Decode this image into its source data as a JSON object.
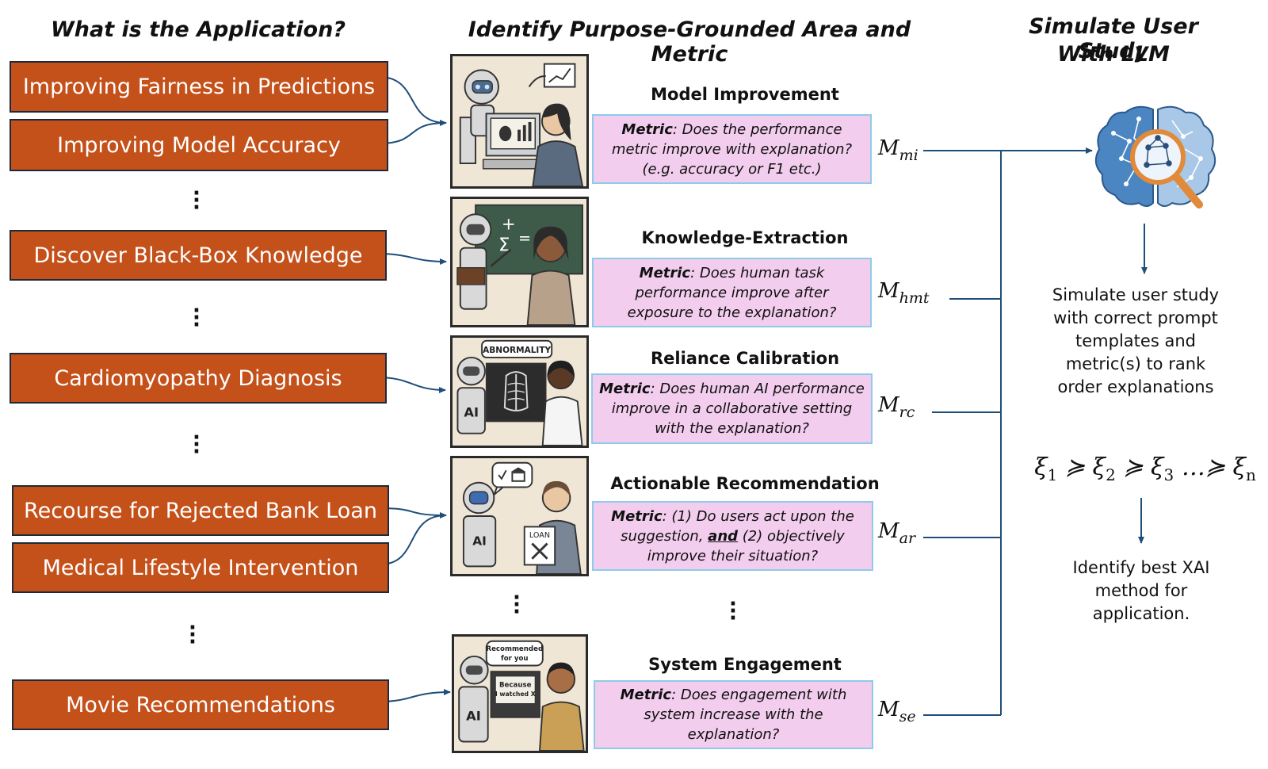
{
  "headers": {
    "application": "What is the Application?",
    "area_metric": "Identify Purpose-Grounded Area and Metric",
    "simulate_line1": "Simulate User Study",
    "simulate_line2": "With LLM"
  },
  "applications": [
    "Improving Fairness in Predictions",
    "Improving Model Accuracy",
    "Discover Black-Box Knowledge",
    "Cardiomyopathy Diagnosis",
    "Recourse for Rejected Bank Loan",
    "Medical Lifestyle Intervention",
    "Movie Recommendations"
  ],
  "areas": [
    {
      "title": "Model Improvement",
      "metric_label": "Metric",
      "metric_text": ": Does the performance metric improve with explanation? (e.g. accuracy or F1 etc.)",
      "symbol": "M",
      "subscript": "mi"
    },
    {
      "title": "Knowledge-Extraction",
      "metric_label": "Metric",
      "metric_text": ": Does human task performance improve after exposure to the explanation?",
      "symbol": "M",
      "subscript": "hmt"
    },
    {
      "title": "Reliance Calibration",
      "metric_label": "Metric",
      "metric_text": ": Does human AI performance improve in a collaborative setting with the explanation?",
      "symbol": "M",
      "subscript": "rc"
    },
    {
      "title": "Actionable Recommendation",
      "metric_label": "Metric",
      "metric_pre": ": (1) Do users act upon the suggestion, ",
      "metric_and": "and",
      "metric_post": " (2) objectively improve their situation?",
      "symbol": "M",
      "subscript": "ar"
    },
    {
      "title": "System Engagement",
      "metric_label": "Metric",
      "metric_text": ": Does engagement with system increase with the explanation?",
      "symbol": "M",
      "subscript": "se"
    }
  ],
  "panel_text": {
    "abnormality": "ABNORMALITY",
    "ai": "AI",
    "loan": "LOAN",
    "recommended_line1": "Recommended",
    "recommended_line2": "for you",
    "because_line1": "Because",
    "because_line2": "I watched X"
  },
  "simulation": {
    "description": "Simulate user study with correct prompt templates and metric(s) to rank order explanations",
    "ranking": "ξ1 ≽ ξ2 ≽ ξ3 …≽ ξn",
    "result": "Identify best XAI method for application."
  },
  "colors": {
    "app_box": "#c4501a",
    "metric_box": "#f2cdee",
    "metric_border": "#8ecbe8",
    "connector": "#1f4e79",
    "brain_blue": "#3b78b5",
    "magnifier": "#e08a3a"
  }
}
